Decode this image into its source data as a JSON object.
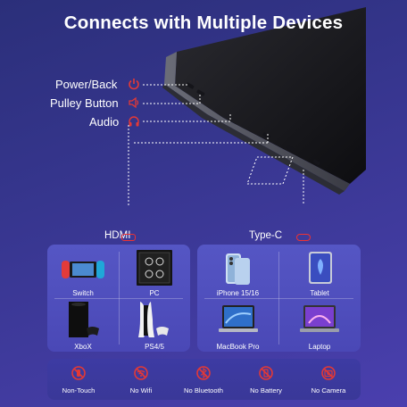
{
  "title": "Connects with Multiple Devices",
  "buttons": [
    {
      "label": "Power/Back",
      "icon": "power-icon"
    },
    {
      "label": "Pulley Button",
      "icon": "volume-icon"
    },
    {
      "label": "Audio",
      "icon": "headphones-icon"
    }
  ],
  "ports": {
    "left": {
      "label": "HDMI",
      "icon": "hdmi-port-icon"
    },
    "right": {
      "label": "Type-C",
      "icon": "type-c-port-icon"
    }
  },
  "hdmi_devices": [
    {
      "label": "Switch",
      "icon": "switch-console-icon"
    },
    {
      "label": "PC",
      "icon": "pc-tower-icon"
    },
    {
      "label": "XboX",
      "icon": "xbox-console-icon"
    },
    {
      "label": "PS4/5",
      "icon": "playstation-console-icon"
    }
  ],
  "typec_devices": [
    {
      "label": "iPhone 15/16",
      "icon": "iphone-icon"
    },
    {
      "label": "Tablet",
      "icon": "tablet-icon"
    },
    {
      "label": "MacBook Pro",
      "icon": "macbook-icon"
    },
    {
      "label": "Laptop",
      "icon": "laptop-icon"
    }
  ],
  "not_supported": [
    {
      "label": "Non-Touch",
      "icon": "no-touch-icon"
    },
    {
      "label": "No Wifi",
      "icon": "no-wifi-icon"
    },
    {
      "label": "No Bluetooth",
      "icon": "no-bluetooth-icon"
    },
    {
      "label": "No Battery",
      "icon": "no-battery-icon"
    },
    {
      "label": "No Camera",
      "icon": "no-camera-icon"
    }
  ],
  "colors": {
    "accent": "#e53935",
    "panel": "#4f4fbd",
    "background": "#35358c"
  }
}
